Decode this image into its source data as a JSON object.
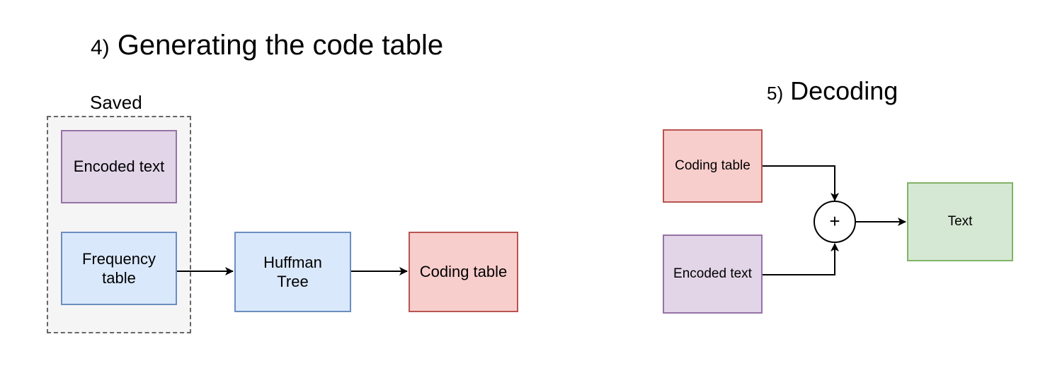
{
  "section4": {
    "number": "4)",
    "title": "Generating the code table",
    "group_label": "Saved",
    "encoded_text": "Encoded text",
    "frequency_table": [
      "Frequency",
      "table"
    ],
    "huffman_tree": [
      "Huffman",
      "Tree"
    ],
    "coding_table": "Coding table"
  },
  "section5": {
    "number": "5)",
    "title": "Decoding",
    "coding_table": "Coding table",
    "encoded_text": "Encoded text",
    "combine_symbol": "+",
    "output": "Text"
  },
  "colors": {
    "purple_fill": "#e1d5e7",
    "purple_stroke": "#9673a6",
    "blue_fill": "#dae8fc",
    "blue_stroke": "#6c8ebf",
    "red_fill": "#f8cecc",
    "red_stroke": "#b85450",
    "green_fill": "#d5e8d4",
    "green_stroke": "#82b366",
    "group_fill": "#f5f5f5",
    "group_stroke": "#666666"
  }
}
